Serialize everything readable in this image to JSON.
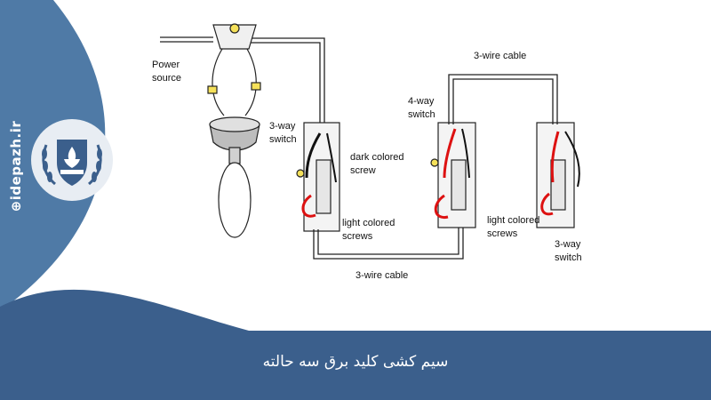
{
  "brand": {
    "site": "⊕idepazh.ir",
    "logo_icon": "shield-laurel-emblem",
    "navy": "#3b5f8c",
    "light_blue": "#4f7aa6",
    "logo_bg": "#e8edf3"
  },
  "caption": "سیم کشی کلید برق سه حالته",
  "diagram": {
    "power_source": [
      "Power",
      "source"
    ],
    "three_way_left": [
      "3-way",
      "switch"
    ],
    "dark_screw": [
      "dark colored",
      "screw"
    ],
    "light_screws_left": [
      "light colored",
      "screws"
    ],
    "three_wire_bottom": "3-wire cable",
    "three_wire_top": "3-wire cable",
    "four_way": [
      "4-way",
      "switch"
    ],
    "light_screws_right": [
      "light colored",
      "screws"
    ],
    "three_way_right": [
      "3-way",
      "switch"
    ]
  }
}
